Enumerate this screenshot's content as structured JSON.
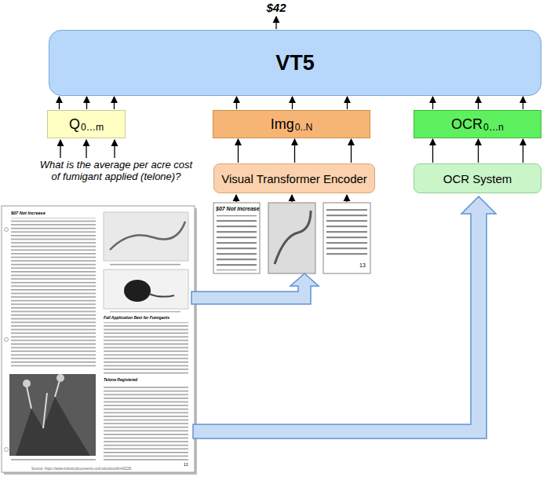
{
  "diagram": {
    "nodes": [
      {
        "text": [
          "VT5"
        ]
      },
      {
        "text": [
          "Q",
          "0…m"
        ]
      },
      {
        "text": [
          "Img",
          "0..N"
        ]
      },
      {
        "text": [
          "OCR",
          "0…n"
        ]
      },
      {
        "text": [
          "Visual Transformer Encoder"
        ]
      },
      {
        "text": [
          "OCR System"
        ]
      }
    ],
    "edges": [
      {
        "from": 1,
        "to": 0,
        "arrow": "to"
      },
      {
        "from": 1,
        "to": 0,
        "arrow": "to"
      },
      {
        "from": 1,
        "to": 0,
        "arrow": "to"
      },
      {
        "from": 2,
        "to": 0,
        "arrow": "to"
      },
      {
        "from": 2,
        "to": 0,
        "arrow": "to"
      },
      {
        "from": 2,
        "to": 0,
        "arrow": "to"
      },
      {
        "from": 3,
        "to": 0,
        "arrow": "to"
      },
      {
        "from": 3,
        "to": 0,
        "arrow": "to"
      },
      {
        "from": 3,
        "to": 0,
        "arrow": "to"
      },
      {
        "from": 4,
        "to": 2,
        "arrow": "to"
      },
      {
        "from": 4,
        "to": 2,
        "arrow": "to"
      },
      {
        "from": 4,
        "to": 2,
        "arrow": "to"
      },
      {
        "from": 5,
        "to": 3,
        "arrow": "to"
      },
      {
        "from": 5,
        "to": 3,
        "arrow": "to"
      },
      {
        "from": 5,
        "to": 3,
        "arrow": "to"
      }
    ],
    "labels": [
      "$42",
      "What is the average per acre cost of fumigant applied (telone)?",
      "$07 Not Increase",
      "Fall Application Best for Fumigants",
      "Telone Registered",
      "13",
      "Source: https://www.industrydocuments.ucsf.edu/docs/knnl0226",
      "$07 Not Increase",
      "13"
    ]
  }
}
